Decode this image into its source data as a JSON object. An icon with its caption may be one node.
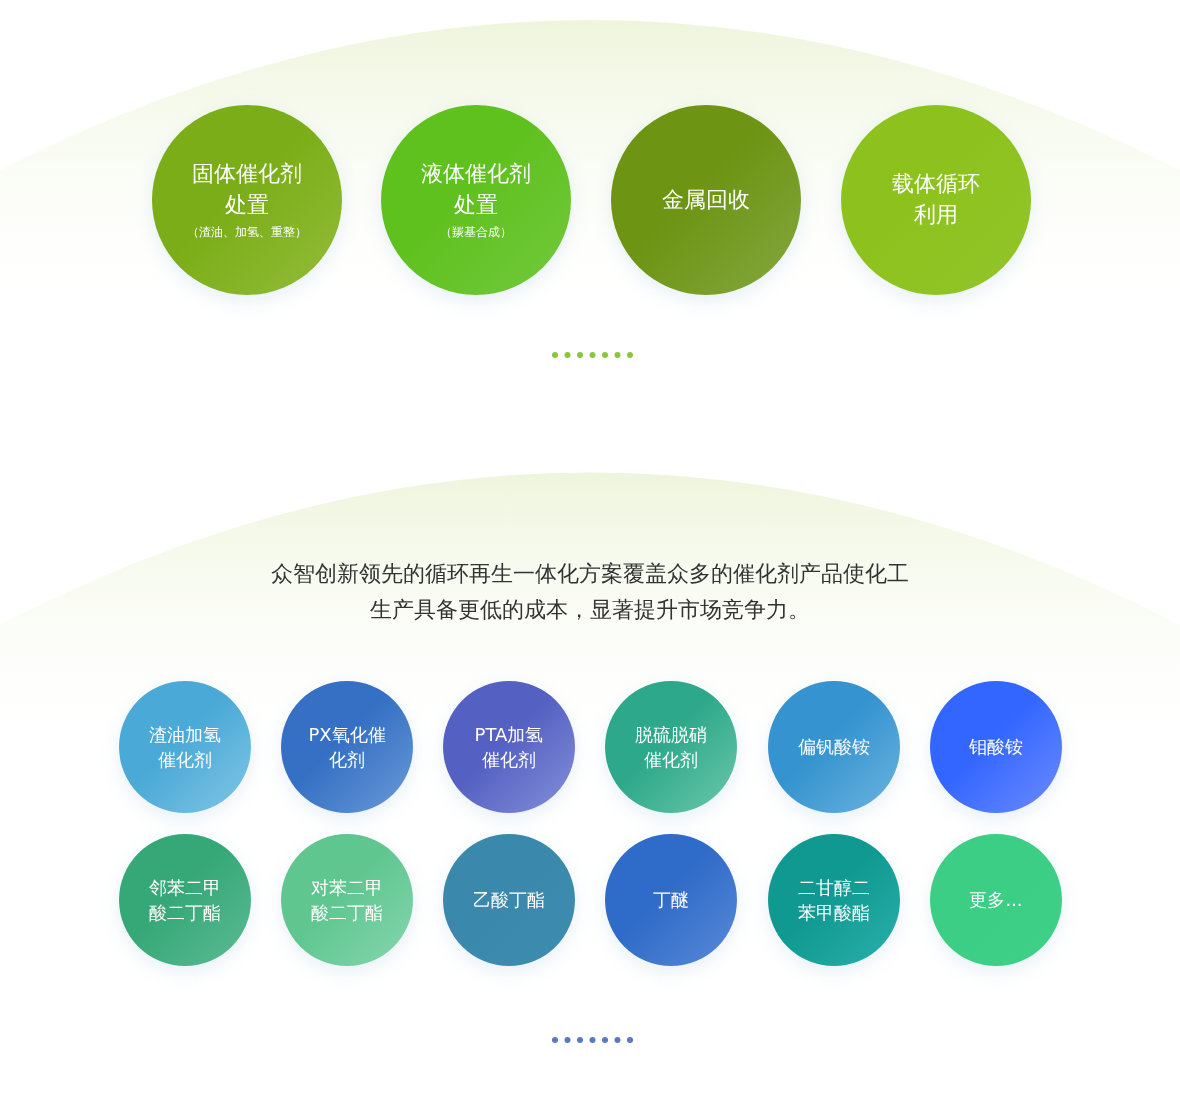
{
  "diagram": {
    "nodes": [
      {
        "text": [
          "固体催化剂处置",
          "（渣油、加氢、重整）"
        ]
      },
      {
        "text": [
          "液体催化剂处置",
          "（羰基合成）"
        ]
      },
      {
        "text": [
          "金属回收"
        ]
      },
      {
        "text": [
          "载体循环利用"
        ]
      },
      {
        "text": [
          "渣油加氢催化剂"
        ]
      },
      {
        "text": [
          "PX氧化催化剂"
        ]
      },
      {
        "text": [
          "PTA加氢催化剂"
        ]
      },
      {
        "text": [
          "脱硫脱硝催化剂"
        ]
      },
      {
        "text": [
          "偏钒酸铵"
        ]
      },
      {
        "text": [
          "钼酸铵"
        ]
      },
      {
        "text": [
          "邻苯二甲酸二丁酯"
        ]
      },
      {
        "text": [
          "对苯二甲酸二丁酯"
        ]
      },
      {
        "text": [
          "乙酸丁酯"
        ]
      },
      {
        "text": [
          "丁醚"
        ]
      },
      {
        "text": [
          "二甘醇二苯甲酸酯"
        ]
      },
      {
        "text": [
          "更多..."
        ]
      }
    ],
    "labels": [
      "众智创新领先的循环再生一体化方案覆盖众多的催化剂产品使化工生产具备更低的成本，显著提升市场竞争力。"
    ]
  }
}
